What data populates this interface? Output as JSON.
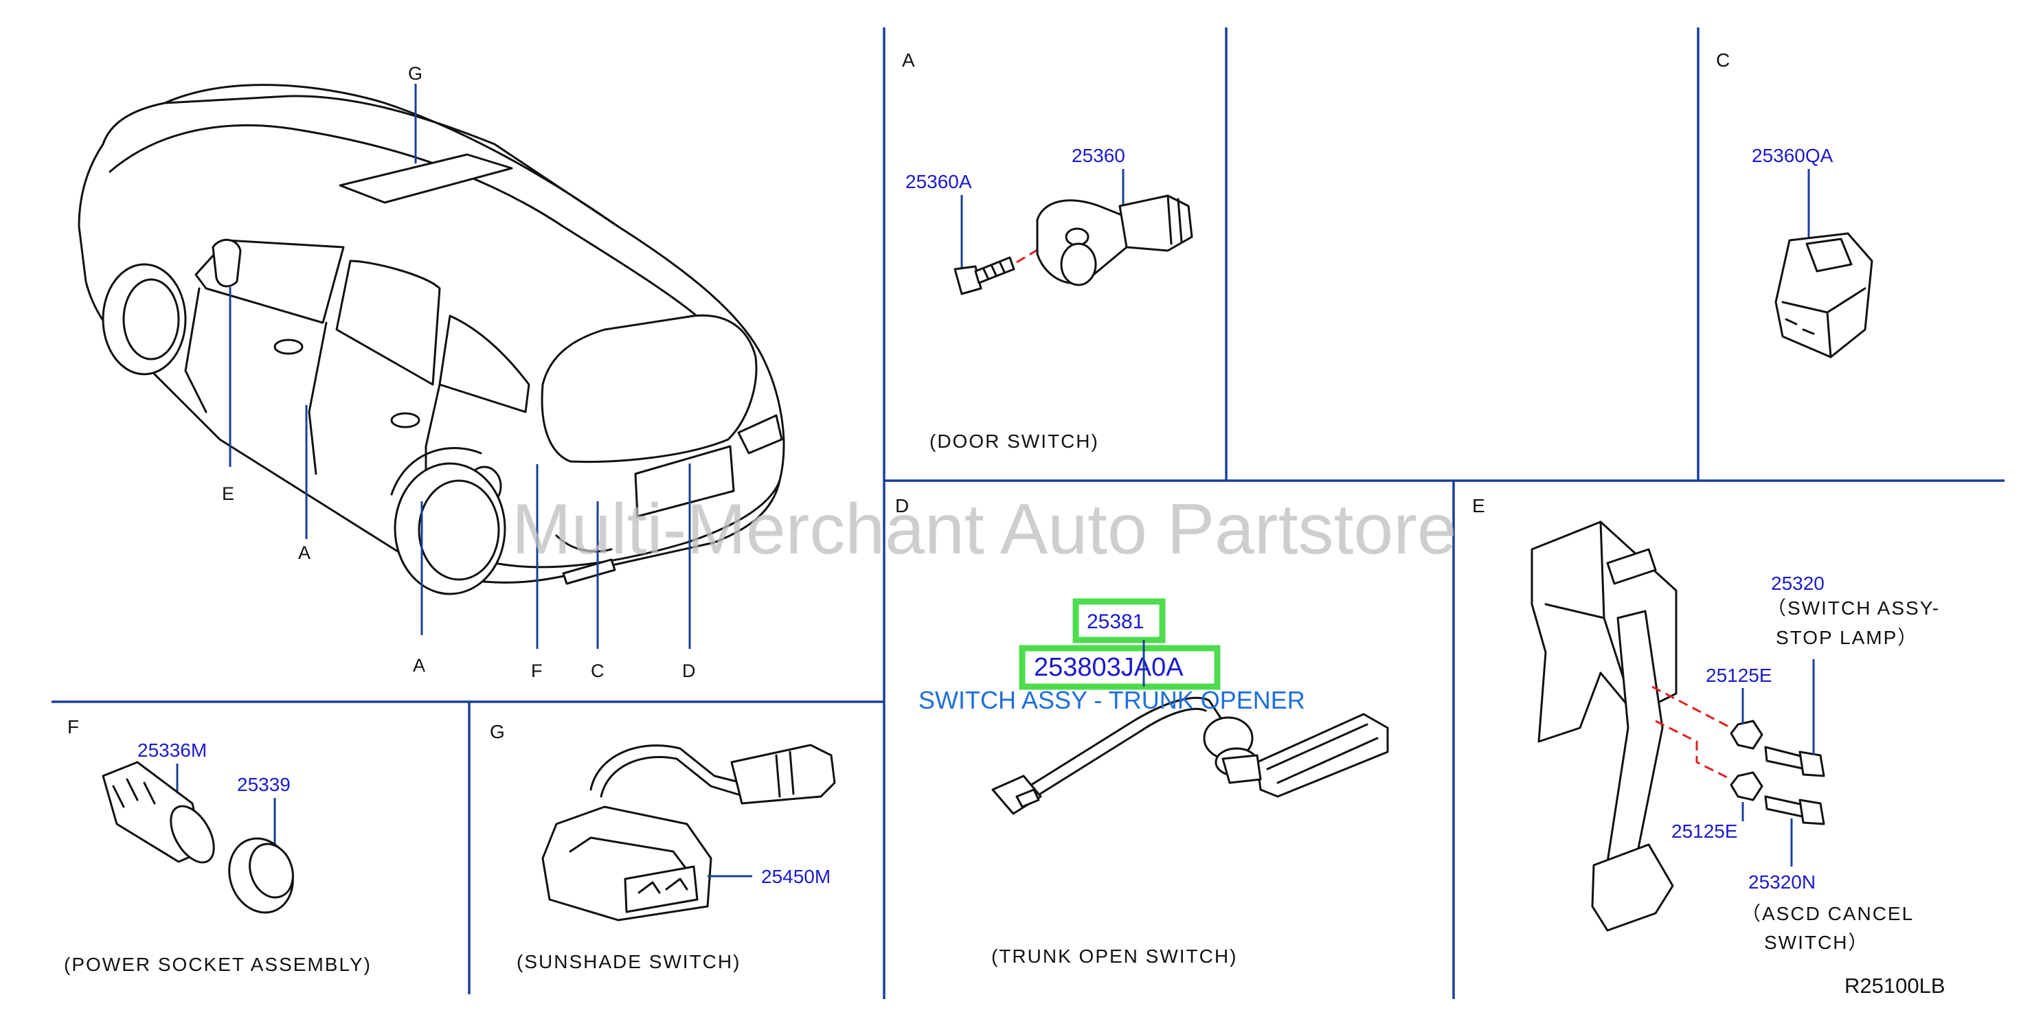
{
  "car_callouts": {
    "g": "G",
    "e": "E",
    "a1": "A",
    "a2": "A",
    "f": "F",
    "c": "C",
    "d": "D"
  },
  "section_a": {
    "label": "A",
    "part_25360a": "25360A",
    "part_25360": "25360",
    "caption": "(DOOR   SWITCH)"
  },
  "section_c": {
    "label": "C",
    "part_25360qa": "25360QA"
  },
  "section_d": {
    "label": "D",
    "part_25381": "25381",
    "part_253803ja0a": "253803JA0A",
    "overlay_text": "SWITCH ASSY - TRUNK OPENER",
    "caption": "(TRUNK   OPEN   SWITCH)"
  },
  "section_e": {
    "label": "E",
    "part_25320": "25320",
    "note_25320_line1": "（SWITCH   ASSY-",
    "note_25320_line2": "STOP   LAMP）",
    "part_25125e_top": "25125E",
    "part_25125e_bottom": "25125E",
    "part_25320n": "25320N",
    "note_25320n_line1": "（ASCD   CANCEL",
    "note_25320n_line2": "SWITCH）"
  },
  "section_f": {
    "label": "F",
    "part_25336m": "25336M",
    "part_25339": "25339",
    "caption": "(POWER   SOCKET   ASSEMBLY)"
  },
  "section_g": {
    "label": "G",
    "part_25450m": "25450M",
    "caption": "(SUNSHADE   SWITCH)"
  },
  "diagram_code": "R25100LB",
  "watermark": "Multi-Merchant Auto Partstore",
  "colors": {
    "leader": "#1a3f9a",
    "part_number": "#1a1acc",
    "highlight": "#4ddc4d",
    "dashed": "#e02020",
    "overlay": "#1e6fd8"
  }
}
